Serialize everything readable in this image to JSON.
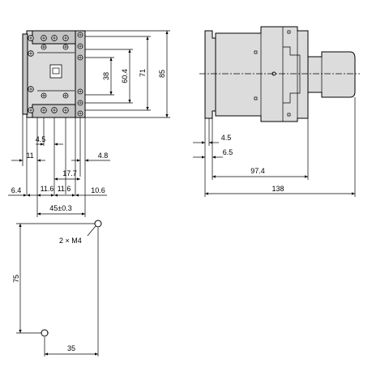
{
  "front_view": {
    "dim_38": "38",
    "dim_60_4": "60.4",
    "dim_71": "71",
    "dim_85": "85",
    "dim_11": "11",
    "dim_4_5": "4.5",
    "dim_4_8": "4.8",
    "dim_17_7": "17.7",
    "dim_6_4": "6.4",
    "dim_11_6_a": "11.6",
    "dim_11_6_b": "11.6",
    "dim_10_6": "10.6",
    "dim_45": "45±0.3"
  },
  "side_view": {
    "dim_4_5": "4.5",
    "dim_6_5": "6.5",
    "dim_97_4": "97.4",
    "dim_138": "138"
  },
  "mounting": {
    "screw_label": "2 × M4",
    "dim_75": "75",
    "dim_35": "35"
  },
  "colors": {
    "body_fill": "#dcdcdc",
    "line": "#000000"
  }
}
